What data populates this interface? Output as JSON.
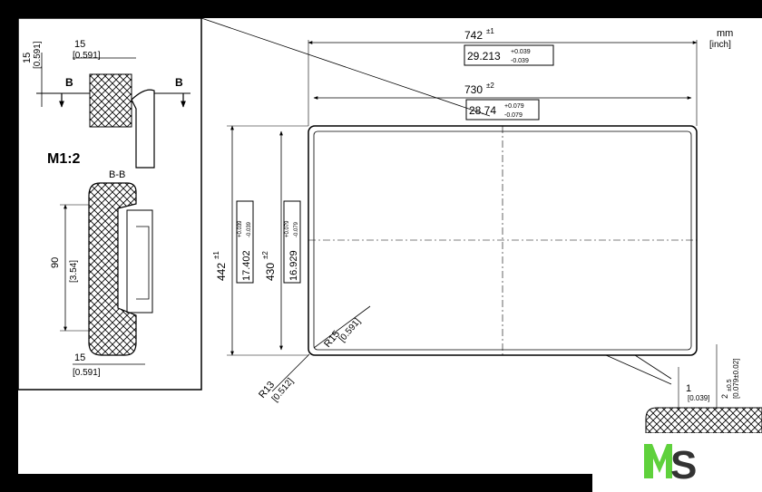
{
  "units": {
    "line1": "mm",
    "line2": "[inch]"
  },
  "detail": {
    "scale": "M1:2",
    "section": "B-B",
    "section_mark": "B",
    "dim_top_v": {
      "mm": "15",
      "inch": "[0.591]"
    },
    "dim_top_h": {
      "mm": "15",
      "inch": "[0.591]"
    },
    "dim_side": {
      "mm": "90",
      "inch": "[3.54]"
    },
    "dim_bottom": {
      "mm": "15",
      "inch": "[0.591]"
    }
  },
  "outer_width": {
    "mm": "742",
    "tol": "±1",
    "inch": "29.213",
    "inch_tol_upper": "+0.039",
    "inch_tol_lower": "-0.039"
  },
  "inner_width": {
    "mm": "730",
    "tol": "±2",
    "inch": "28.74",
    "inch_tol_upper": "+0.079",
    "inch_tol_lower": "-0.079"
  },
  "outer_height": {
    "mm": "442",
    "tol": "±1",
    "inch": "17.402",
    "inch_tol_upper": "+0.039",
    "inch_tol_lower": "-0.039"
  },
  "inner_height": {
    "mm": "430",
    "tol": "±2",
    "inch": "16.929",
    "inch_tol_upper": "+0.079",
    "inch_tol_lower": "-0.079"
  },
  "radius_inner": {
    "mm": "R15",
    "inch": "[0.591]"
  },
  "radius_outer": {
    "mm": "R13",
    "inch": "[0.512]"
  },
  "edge_small": {
    "mm": "1",
    "inch": "[0.039]"
  },
  "edge_gap": {
    "mm": "2",
    "tol": "±0.5",
    "inch": "[0.079±0.02]"
  },
  "brand": {
    "logo_text": "MS",
    "accent_color": "#5fd13c",
    "dark_color": "#333333"
  }
}
